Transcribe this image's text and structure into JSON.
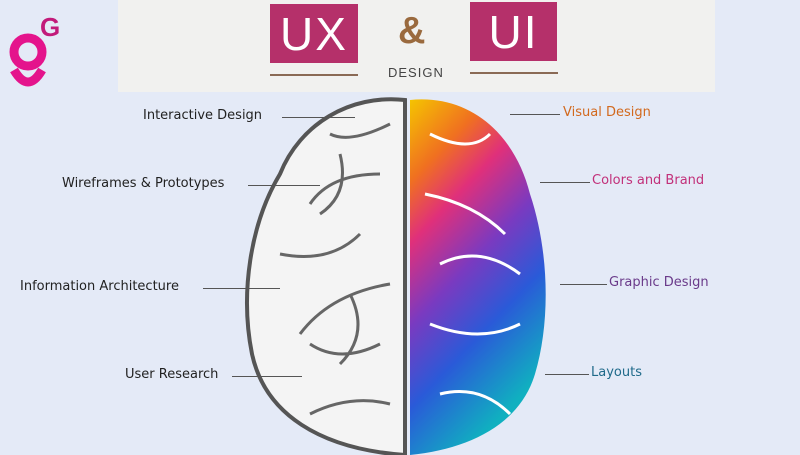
{
  "header": {
    "ux": "UX",
    "amp": "&",
    "ui": "UI",
    "subtitle": "DESIGN"
  },
  "logo": {
    "text": "G"
  },
  "ux_labels": [
    "Interactive Design",
    "Wireframes & Prototypes",
    "Information Architecture",
    "User Research"
  ],
  "ui_labels": [
    "Visual Design",
    "Colors and Brand",
    "Graphic Design",
    "Layouts"
  ],
  "colors": {
    "accent": "#b5306a",
    "visual": "#d2691e",
    "colors_brand": "#c2307a",
    "graphic": "#6a3a8a",
    "layouts": "#1f6a8a"
  }
}
